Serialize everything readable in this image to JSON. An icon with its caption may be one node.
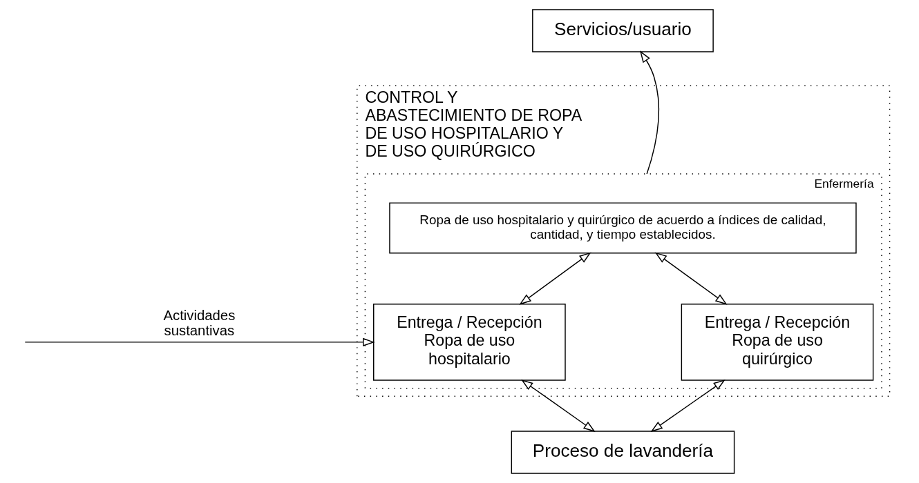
{
  "diagram": {
    "nodes": [
      {
        "text": [
          "Servicios/usuario"
        ]
      },
      {
        "text": [
          "CONTROL Y ABASTECIMIENTO DE ROPA DE USO HOSPITALARIO Y DE USO QUIRÚRGICO"
        ]
      },
      {
        "text": [
          "Enfermería"
        ],
        "in": 1
      },
      {
        "text": [
          "Ropa de uso hospitalario y quirúrgico de acuerdo a índices de calidad, cantidad, y tiempo establecidos."
        ],
        "in": 2
      },
      {
        "text": [
          "Entrega / Recepción Ropa de uso hospitalario"
        ],
        "in": 2
      },
      {
        "text": [
          "Entrega / Recepción Ropa de uso quirúrgico"
        ],
        "in": 2
      },
      {
        "text": [
          "Proceso de lavandería"
        ]
      }
    ],
    "edges": [
      {
        "from": 2,
        "to": 0,
        "arrow": "to"
      },
      {
        "from": 3,
        "to": 4,
        "arrow": "both"
      },
      {
        "from": 3,
        "to": 5,
        "arrow": "both"
      },
      {
        "from": null,
        "to": 4,
        "arrow": "to",
        "label": "Actividades sustantivas"
      },
      {
        "from": 4,
        "to": 6,
        "arrow": "both"
      },
      {
        "from": 5,
        "to": 6,
        "arrow": "both"
      }
    ]
  }
}
